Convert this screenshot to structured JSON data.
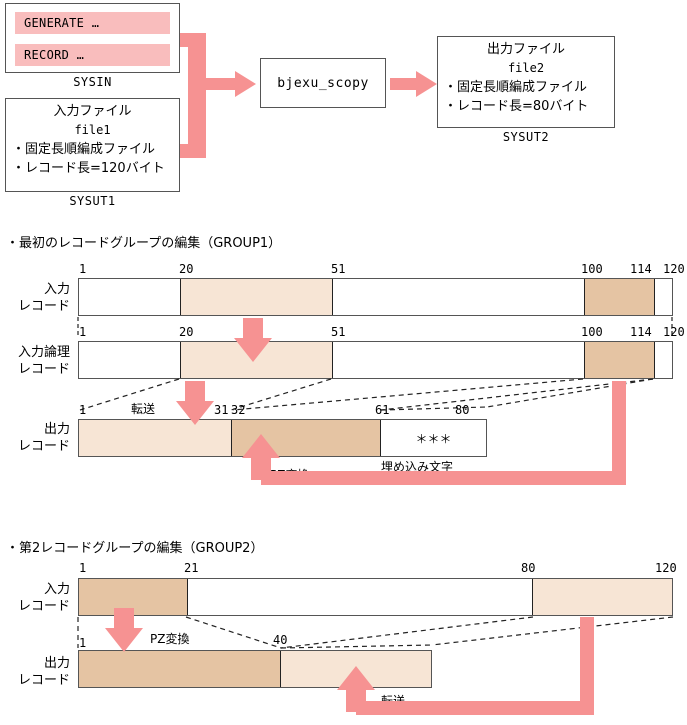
{
  "colors": {
    "pink": "#F69292",
    "pink_stmt": "#F9BDBD",
    "light_seg": "#F7E5D5",
    "tan_seg": "#E5C4A3",
    "border": "#555555",
    "white": "#FFFFFF"
  },
  "flow": {
    "sysin": {
      "caption": "SYSIN",
      "statements": [
        {
          "text": "GENERATE …"
        },
        {
          "text": "RECORD …"
        }
      ]
    },
    "sysut1": {
      "caption": "SYSUT1",
      "lines": [
        "入力ファイル",
        "file1",
        "・固定長順編成ファイル",
        "・レコード長=120バイト"
      ]
    },
    "program": {
      "label": "bjexu_scopy"
    },
    "sysut2": {
      "caption": "SYSUT2",
      "lines": [
        "出力ファイル",
        "file2",
        "・固定長順編成ファイル",
        "・レコード長=80バイト"
      ]
    }
  },
  "group1": {
    "title": "・最初のレコードグループの編集（GROUP1）",
    "input_record": {
      "label_line1": "入力",
      "label_line2": "レコード",
      "ticks": [
        "1",
        "20",
        "51",
        "100",
        "114",
        "120"
      ],
      "segments": [
        {
          "fill": "white"
        },
        {
          "fill": "light"
        },
        {
          "fill": "white"
        },
        {
          "fill": "tan"
        },
        {
          "fill": "white"
        }
      ]
    },
    "input_logical_record": {
      "label_line1": "入力論理",
      "label_line2": "レコード",
      "ticks": [
        "1",
        "20",
        "51",
        "100",
        "114",
        "120"
      ],
      "segments": [
        {
          "fill": "white"
        },
        {
          "fill": "light"
        },
        {
          "fill": "white"
        },
        {
          "fill": "tan"
        },
        {
          "fill": "white"
        }
      ]
    },
    "output_record": {
      "label_line1": "出力",
      "label_line2": "レコード",
      "ticks": [
        "1",
        "31",
        "32",
        "61",
        "80"
      ],
      "segments": [
        {
          "fill": "light",
          "text": ""
        },
        {
          "fill": "tan",
          "text": ""
        },
        {
          "fill": "white",
          "text": "＊＊＊"
        }
      ]
    },
    "annotations": {
      "tensou": "転送",
      "pz": "PZ変換",
      "fill_chars": "埋め込み文字"
    }
  },
  "group2": {
    "title": "・第2レコードグループの編集（GROUP2）",
    "input_record": {
      "label_line1": "入力",
      "label_line2": "レコード",
      "ticks": [
        "1",
        "21",
        "80",
        "120"
      ],
      "segments": [
        {
          "fill": "tan"
        },
        {
          "fill": "white"
        },
        {
          "fill": "light"
        }
      ]
    },
    "output_record": {
      "label_line1": "出力",
      "label_line2": "レコード",
      "ticks": [
        "1",
        "40"
      ],
      "segments": [
        {
          "fill": "tan"
        },
        {
          "fill": "light"
        }
      ]
    },
    "annotations": {
      "pz": "PZ変換",
      "tensou": "転送"
    }
  }
}
